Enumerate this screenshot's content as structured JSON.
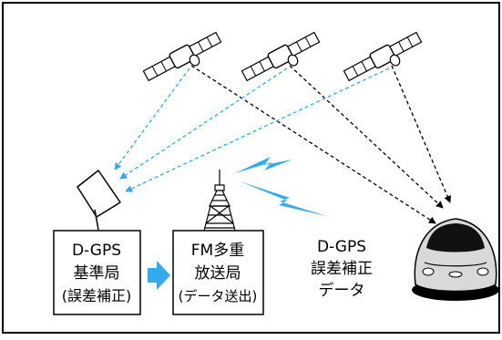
{
  "colors": {
    "border": "#000000",
    "signal_blue": "#33aaee",
    "arrow_blue": "#33aaee",
    "car_body": "#d9d9d9",
    "car_window": "#111111"
  },
  "icons": {
    "satellites": [
      "satellite-icon",
      "satellite-icon",
      "satellite-icon"
    ],
    "antenna": "dish-antenna-icon",
    "tower": "broadcast-tower-icon",
    "car": "car-icon",
    "bolts": [
      "lightning-icon",
      "lightning-icon"
    ]
  },
  "base_station": {
    "line1": "D-GPS",
    "line2": "基準局",
    "line3": "(誤差補正)"
  },
  "fm_station": {
    "line1": "FM多重",
    "line2": "放送局",
    "line3": "(データ送出)"
  },
  "data_label": {
    "line1": "D-GPS",
    "line2": "誤差補正",
    "line3": "データ"
  }
}
